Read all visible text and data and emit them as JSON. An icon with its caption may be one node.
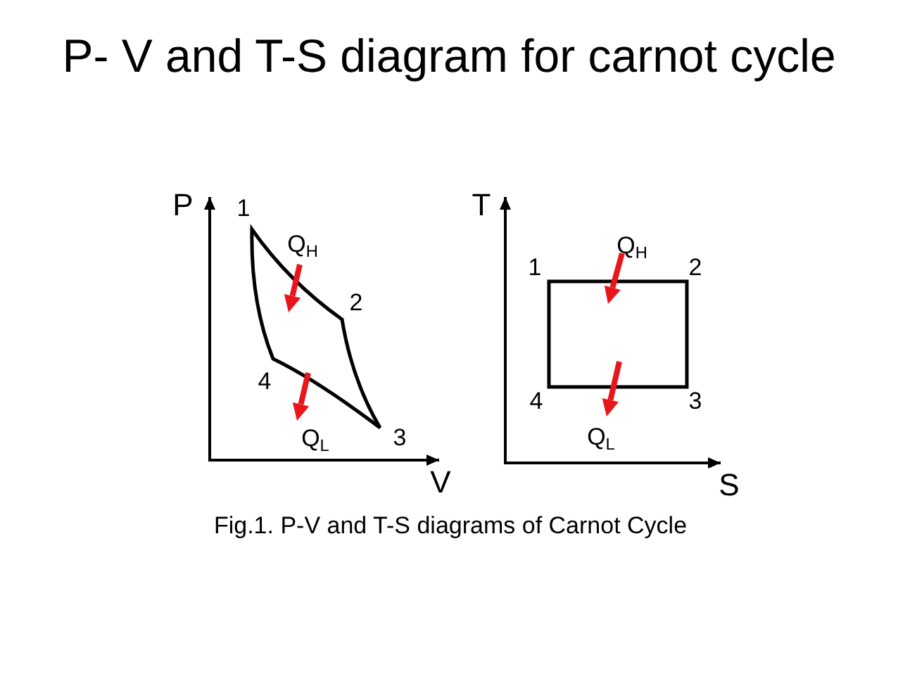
{
  "diagram": {
    "title": "P- V and T-S diagram for carnot cycle",
    "caption": "Fig.1. P-V and T-S diagrams of Carnot Cycle",
    "labels": [
      "P",
      "1",
      "Q$_{H}$",
      "2",
      "4",
      "Q$_{L}$",
      "3",
      "V",
      "T",
      "Q$_{H}$",
      "1",
      "2",
      "4",
      "3",
      "Q$_{L}$",
      "S"
    ]
  }
}
